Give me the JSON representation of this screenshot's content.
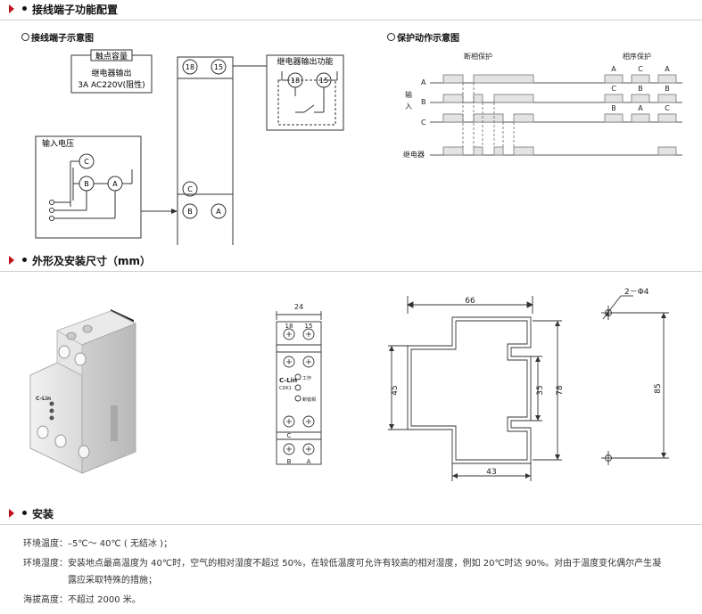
{
  "sections": {
    "terminal": "接线端子功能配置",
    "dimensions": "外形及安装尺寸（mm）",
    "install": "安装"
  },
  "terminal_diagram": {
    "subtitle": "接线端子示意图",
    "contact_capacity": "触点容量",
    "relay_output": "继电器输出",
    "rating": "3A AC220V(阻性)",
    "input_voltage": "输入电压",
    "relay_output_function": "继电器输出功能",
    "t18": "18",
    "t15": "15",
    "tA": "A",
    "tB": "B",
    "tC": "C"
  },
  "protection_diagram": {
    "subtitle": "保护动作示意图",
    "phase_loss": "断相保护",
    "phase_sequence": "相序保护",
    "input_label_1": "输",
    "input_label_2": "入",
    "row_A": "A",
    "row_B": "B",
    "row_C": "C",
    "relay": "继电器",
    "seq_cols": [
      {
        "top": "A",
        "mid": "C",
        "bot": "B"
      },
      {
        "top": "C",
        "mid": "B",
        "bot": "A"
      },
      {
        "top": "A",
        "mid": "B",
        "bot": "C"
      }
    ]
  },
  "device": {
    "brand": "C-Lin",
    "model": "CDK1",
    "work": "工作",
    "phase_break": "断错相"
  },
  "dims": {
    "width": "24",
    "t18": "18",
    "t15": "15",
    "tC": "C",
    "tB": "B",
    "tA": "A",
    "d66": "66",
    "d45": "45",
    "d35": "35",
    "d78": "78",
    "d43": "43",
    "holes": "2－Φ4",
    "d85": "85"
  },
  "install": {
    "temp_label": "环境温度：",
    "temp_value": "–5℃～ 40℃ ( 无结冰 )；",
    "hum_label": "环境湿度：",
    "hum_value_1": "安装地点最高温度为 40℃时，空气的相对湿度不超过 50%，在较低温度可允许有较高的相对湿度，例如 20℃时达 90%。对由于温度变化偶尔产生凝",
    "hum_value_2": "露应采取特殊的措施；",
    "alt_label": "海拔高度：",
    "alt_value": "不超过 2000 米。"
  }
}
